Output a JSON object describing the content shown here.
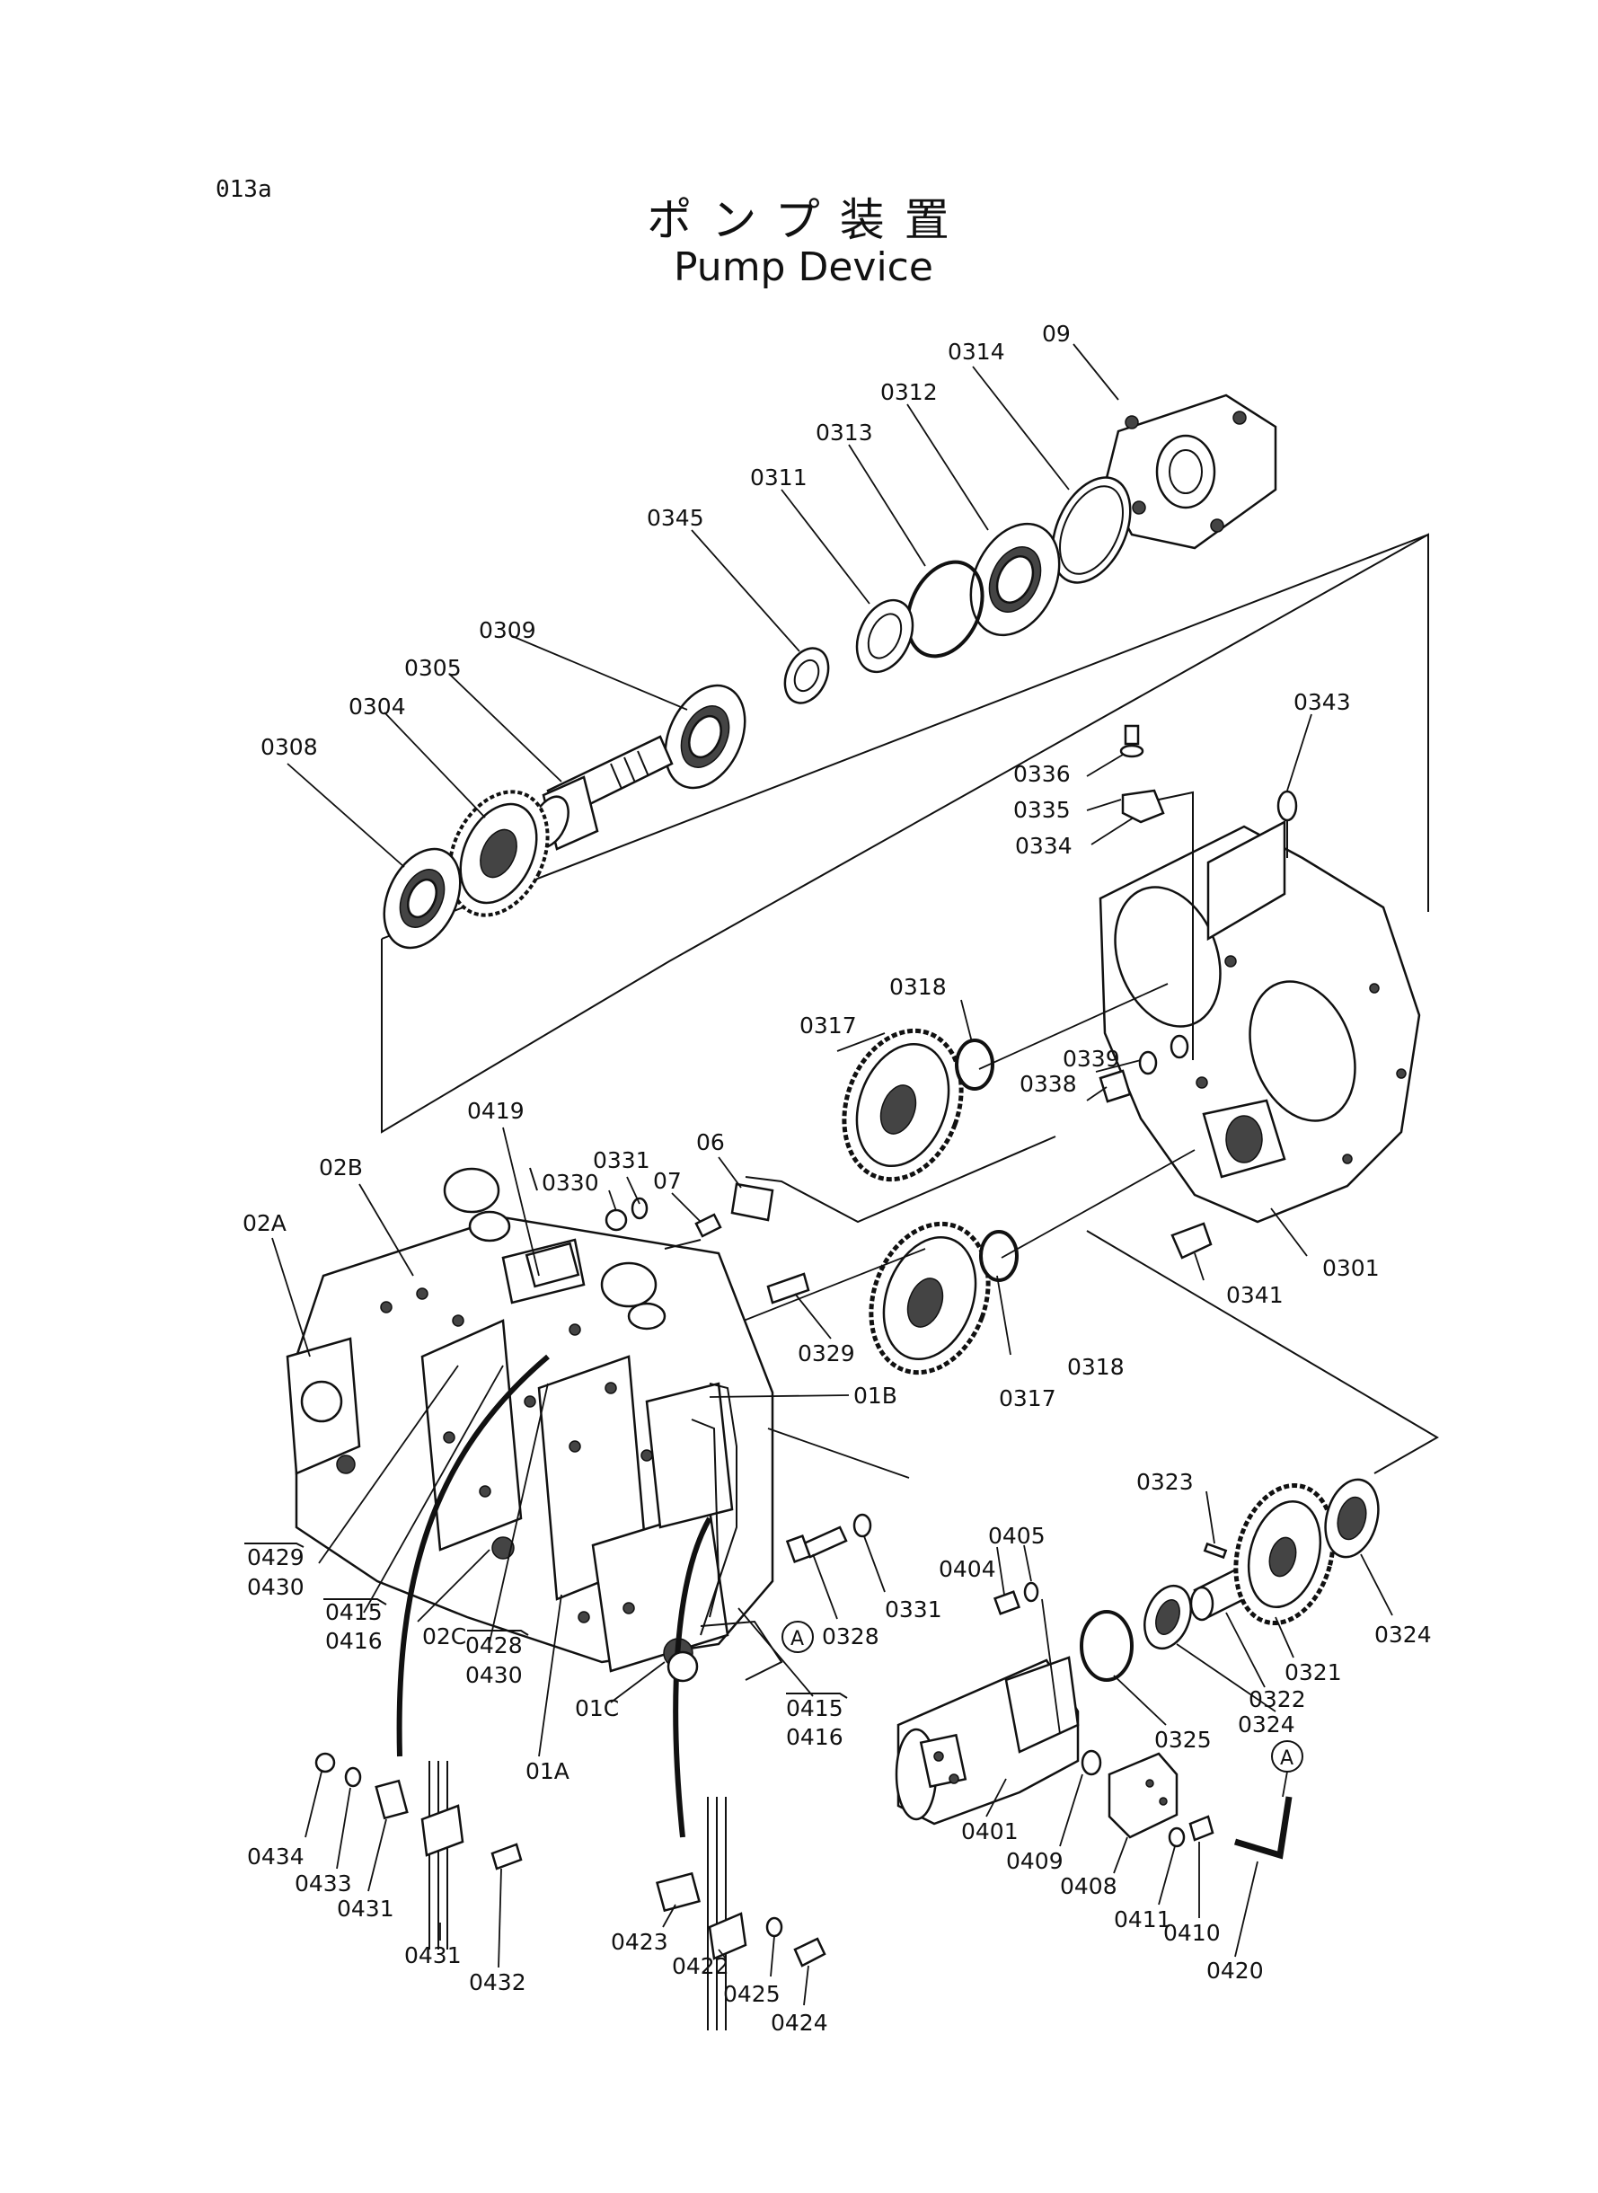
{
  "page_code": "013a",
  "title_jp": "ポンプ装置",
  "title_en": "Pump Device",
  "callouts": [
    {
      "id": "09",
      "text": "09"
    },
    {
      "id": "0314",
      "text": "0314"
    },
    {
      "id": "0312",
      "text": "0312"
    },
    {
      "id": "0313",
      "text": "0313"
    },
    {
      "id": "0311",
      "text": "0311"
    },
    {
      "id": "0345",
      "text": "0345"
    },
    {
      "id": "0309",
      "text": "0309"
    },
    {
      "id": "0305",
      "text": "0305"
    },
    {
      "id": "0304",
      "text": "0304"
    },
    {
      "id": "0308",
      "text": "0308"
    },
    {
      "id": "0343",
      "text": "0343"
    },
    {
      "id": "0336",
      "text": "0336"
    },
    {
      "id": "0335",
      "text": "0335"
    },
    {
      "id": "0334",
      "text": "0334"
    },
    {
      "id": "0318a",
      "text": "0318"
    },
    {
      "id": "0317a",
      "text": "0317"
    },
    {
      "id": "0339",
      "text": "0339"
    },
    {
      "id": "0338",
      "text": "0338"
    },
    {
      "id": "0301",
      "text": "0301"
    },
    {
      "id": "0341",
      "text": "0341"
    },
    {
      "id": "0318b",
      "text": "0318"
    },
    {
      "id": "0317b",
      "text": "0317"
    },
    {
      "id": "0329",
      "text": "0329"
    },
    {
      "id": "0419",
      "text": "0419"
    },
    {
      "id": "0331a",
      "text": "0331"
    },
    {
      "id": "0330",
      "text": "0330"
    },
    {
      "id": "07",
      "text": "07"
    },
    {
      "id": "06",
      "text": "06"
    },
    {
      "id": "02B",
      "text": "02B"
    },
    {
      "id": "02A",
      "text": "02A"
    },
    {
      "id": "01B",
      "text": "01B"
    },
    {
      "id": "0429",
      "text": "0429"
    },
    {
      "id": "0430a",
      "text": "0430"
    },
    {
      "id": "0415a",
      "text": "0415"
    },
    {
      "id": "0416a",
      "text": "0416"
    },
    {
      "id": "02C",
      "text": "02C"
    },
    {
      "id": "0428",
      "text": "0428"
    },
    {
      "id": "0430b",
      "text": "0430"
    },
    {
      "id": "01C",
      "text": "01C"
    },
    {
      "id": "01A",
      "text": "01A"
    },
    {
      "id": "0328",
      "text": "0328"
    },
    {
      "id": "0331b",
      "text": "0331"
    },
    {
      "id": "A1",
      "text": "A"
    },
    {
      "id": "0415b",
      "text": "0415"
    },
    {
      "id": "0416b",
      "text": "0416"
    },
    {
      "id": "0405",
      "text": "0405"
    },
    {
      "id": "0404",
      "text": "0404"
    },
    {
      "id": "0323",
      "text": "0323"
    },
    {
      "id": "0324a",
      "text": "0324"
    },
    {
      "id": "0321",
      "text": "0321"
    },
    {
      "id": "0322",
      "text": "0322"
    },
    {
      "id": "0324b",
      "text": "0324"
    },
    {
      "id": "0325",
      "text": "0325"
    },
    {
      "id": "0401",
      "text": "0401"
    },
    {
      "id": "0409",
      "text": "0409"
    },
    {
      "id": "0408",
      "text": "0408"
    },
    {
      "id": "0411",
      "text": "0411"
    },
    {
      "id": "0410",
      "text": "0410"
    },
    {
      "id": "0420",
      "text": "0420"
    },
    {
      "id": "A2",
      "text": "A"
    },
    {
      "id": "0434",
      "text": "0434"
    },
    {
      "id": "0433",
      "text": "0433"
    },
    {
      "id": "0431a",
      "text": "0431"
    },
    {
      "id": "0431b",
      "text": "0431"
    },
    {
      "id": "0432",
      "text": "0432"
    },
    {
      "id": "0423",
      "text": "0423"
    },
    {
      "id": "0422",
      "text": "0422"
    },
    {
      "id": "0425",
      "text": "0425"
    },
    {
      "id": "0424",
      "text": "0424"
    }
  ]
}
